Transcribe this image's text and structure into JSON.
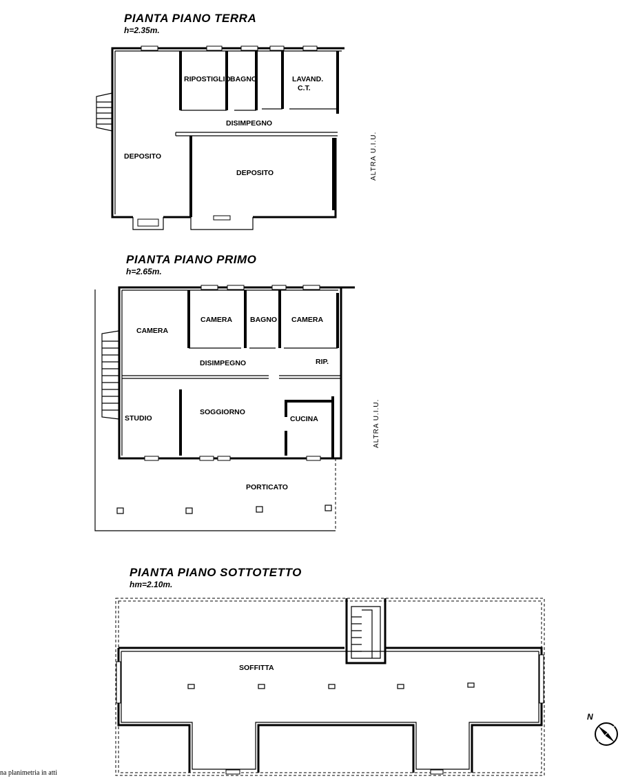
{
  "plans": [
    {
      "title": "PIANTA  PIANO  TERRA",
      "height": "h=2.35m.",
      "rooms": [
        "RIPOSTIGLIO",
        "BAGNO",
        "LAVAND.",
        "C.T.",
        "DISIMPEGNO",
        "DEPOSITO",
        "DEPOSITO"
      ],
      "side_label": "ALTRA  U.I.U."
    },
    {
      "title": "PIANTA  PIANO  PRIMO",
      "height": "h=2.65m.",
      "rooms": [
        "CAMERA",
        "CAMERA",
        "BAGNO",
        "CAMERA",
        "DISIMPEGNO",
        "RIP.",
        "STUDIO",
        "SOGGIORNO",
        "CUCINA",
        "PORTICATO"
      ],
      "side_label": "ALTRA  U.I.U."
    },
    {
      "title": "PIANTA  PIANO  SOTTOTETTO",
      "height": "hm=2.10m.",
      "rooms": [
        "SOFFITTA"
      ]
    }
  ],
  "north_label": "N",
  "footer": "na planimetria in atti"
}
